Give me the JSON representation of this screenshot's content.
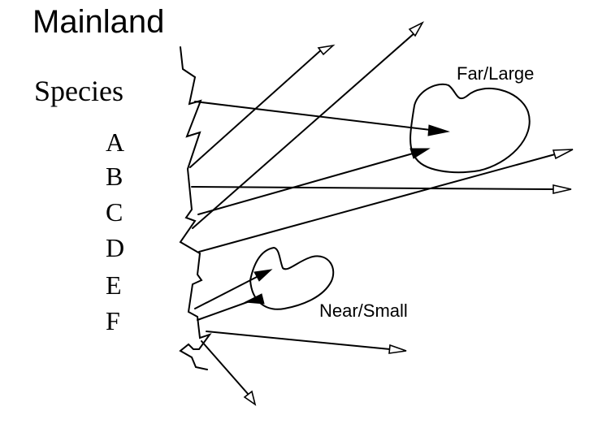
{
  "title": "Mainland",
  "species_heading": "Species",
  "species": [
    "A",
    "B",
    "C",
    "D",
    "E",
    "F"
  ],
  "islands": {
    "far": {
      "label": "Far/Large"
    },
    "near": {
      "label": "Near/Small"
    }
  },
  "colors": {
    "ink": "#000000",
    "background": "#ffffff"
  }
}
